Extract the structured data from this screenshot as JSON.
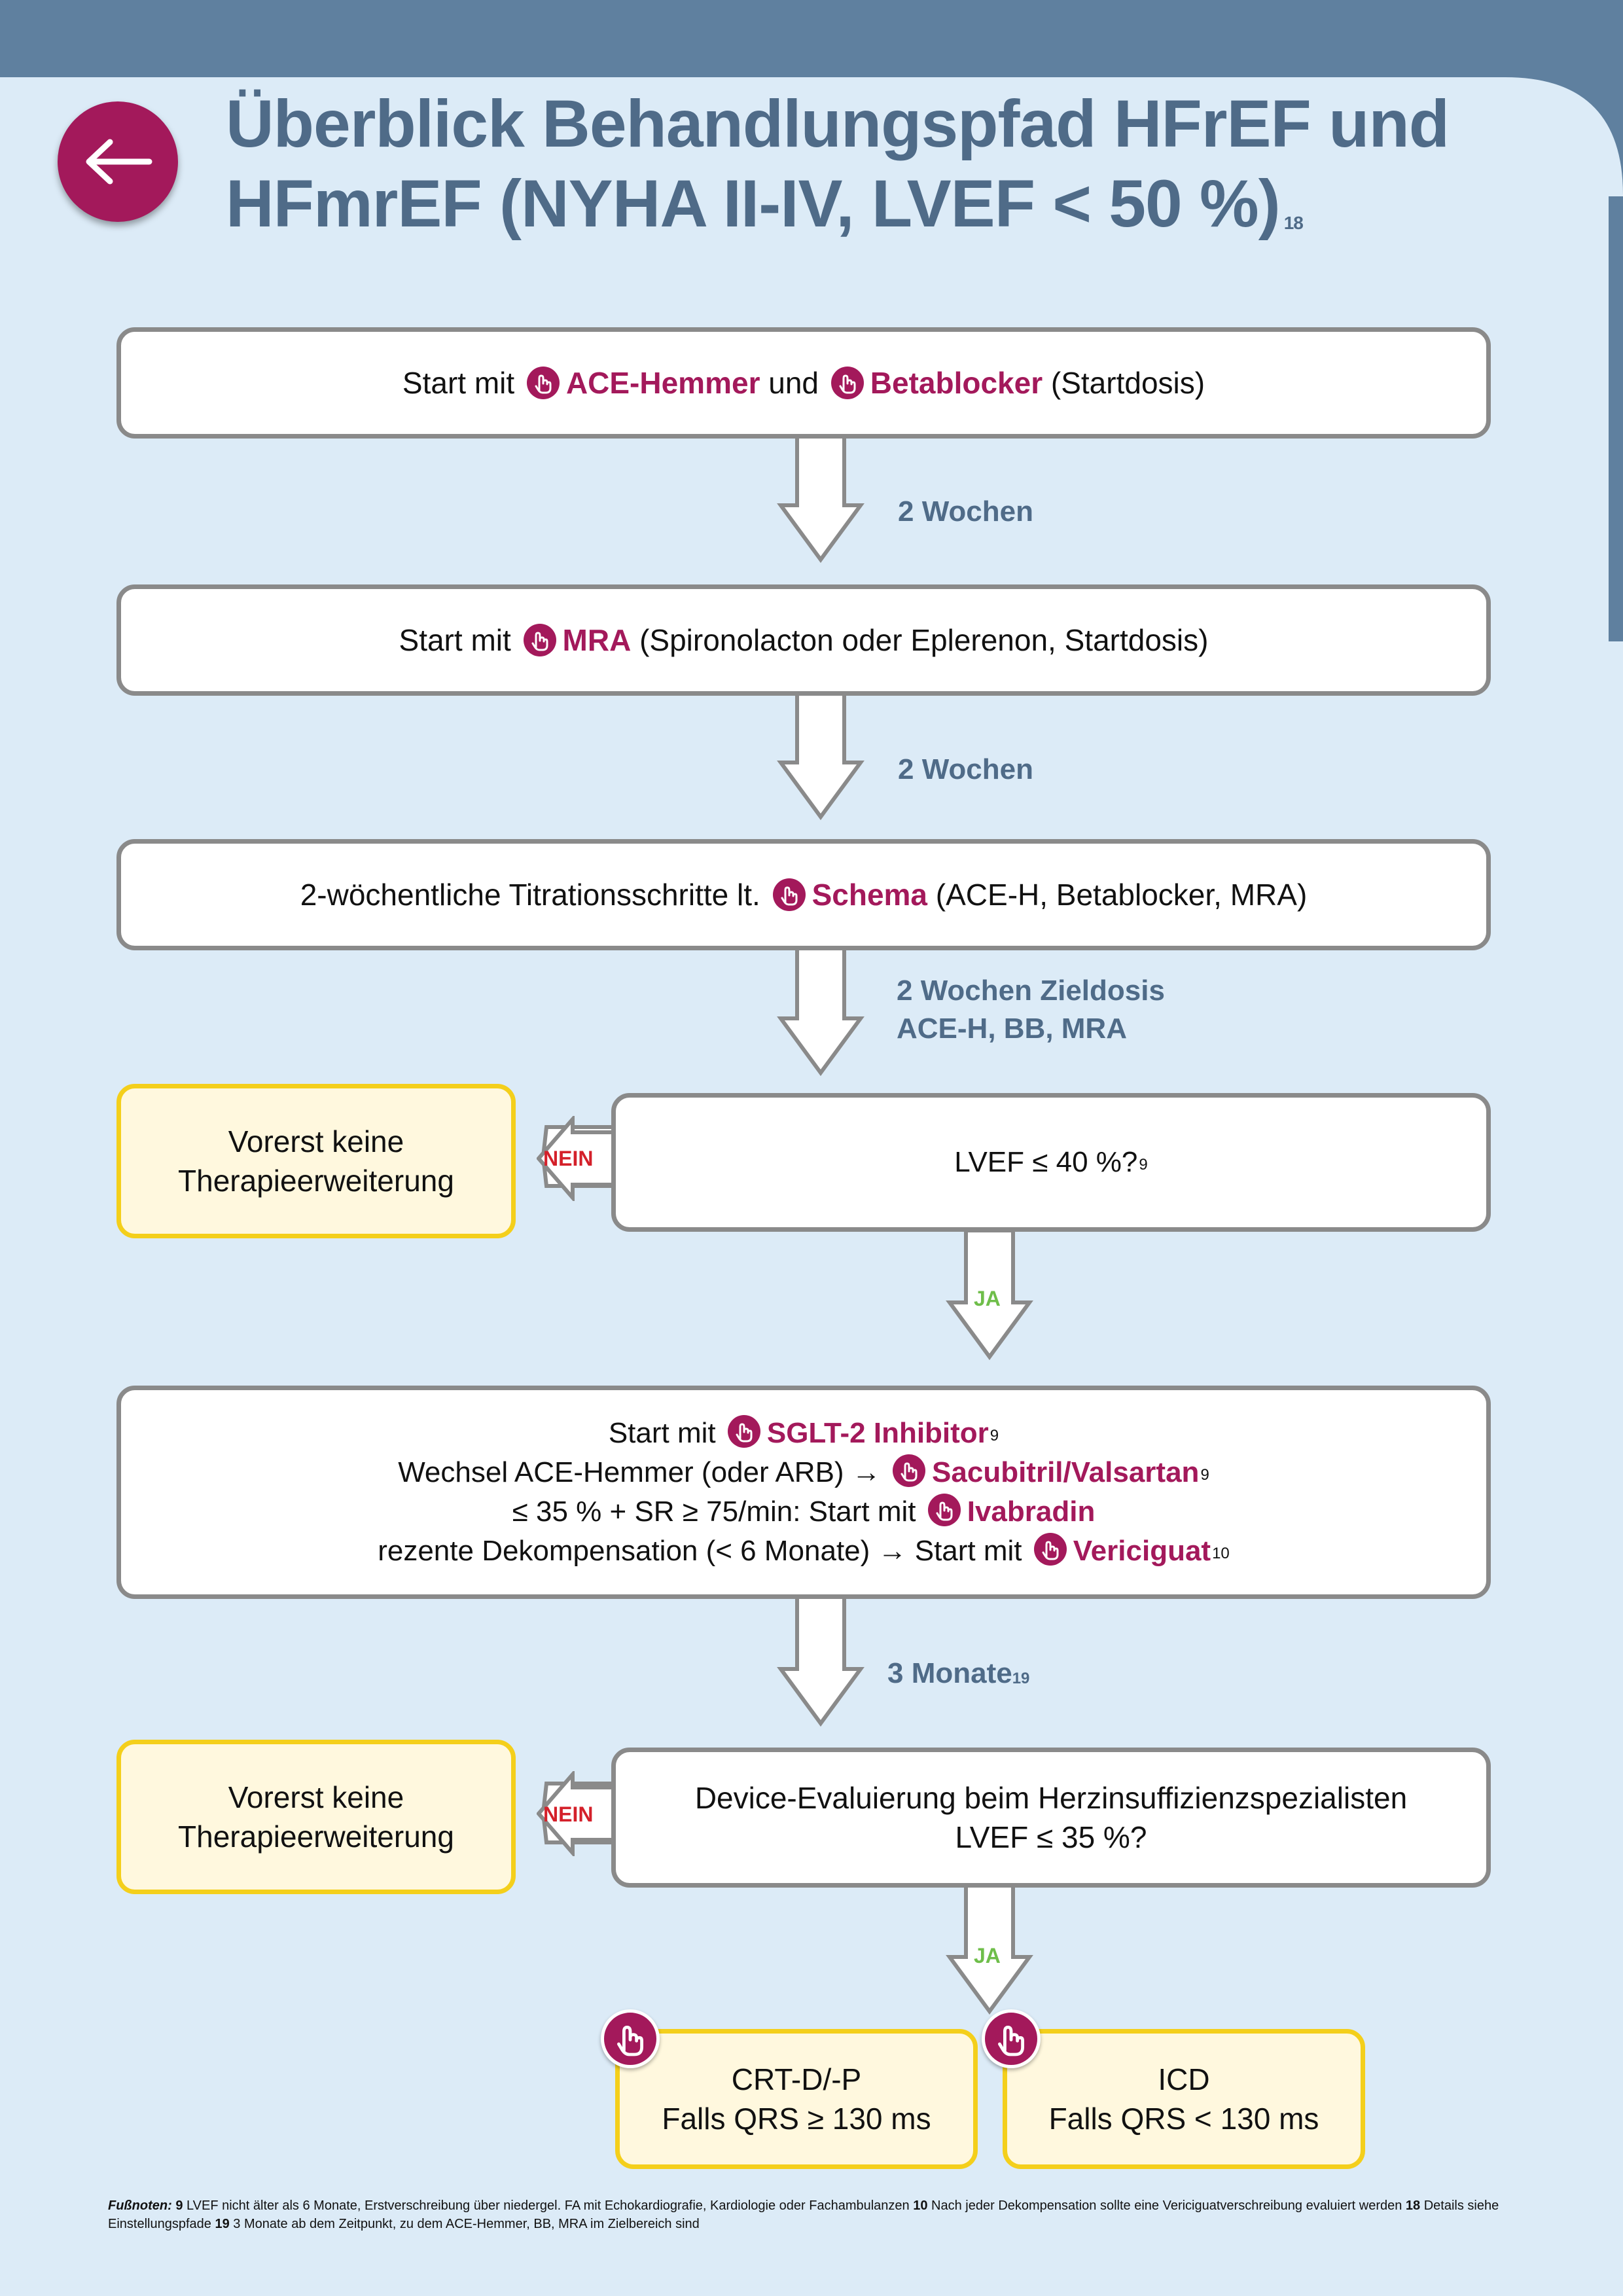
{
  "header": {
    "title_line1": "Überblick Behandlungspfad HFrEF und",
    "title_line2": "HFmrEF (NYHA II-IV, LVEF < 50 %)",
    "title_ref": "18"
  },
  "colors": {
    "accent": "#a3195b",
    "title": "#4f6b88",
    "banner": "#5f809f",
    "background": "#dcebf7",
    "yes": "#6fbe4a",
    "no": "#d4202a",
    "highlight_border": "#f4cf1b"
  },
  "icons": {
    "back": "arrow-left-icon",
    "link": "hand-pointer-icon"
  },
  "step1": {
    "pre": "Start mit",
    "drug1": "ACE-Hemmer",
    "mid": "und",
    "drug2": "Betablocker",
    "post": "(Startdosis)"
  },
  "arrow1": {
    "label": "2 Wochen"
  },
  "step2": {
    "pre": "Start mit",
    "drug": "MRA",
    "post": "(Spironolacton oder Eplerenon, Startdosis)"
  },
  "arrow2": {
    "label": "2 Wochen"
  },
  "step3": {
    "pre": "2-wöchentliche Titrationsschritte lt.",
    "link": "Schema",
    "post": "(ACE-H, Betablocker, MRA)"
  },
  "arrow3": {
    "line1": "2 Wochen Zieldosis",
    "line2": "ACE-H, BB, MRA"
  },
  "decision1": {
    "question": "LVEF ≤ 40 %?",
    "ref": "9",
    "no_label": "NEIN",
    "yes_label": "JA"
  },
  "no_box1": {
    "line1": "Vorerst keine",
    "line2": "Therapieerweiterung"
  },
  "step4": {
    "l1_pre": "Start mit",
    "l1_drug": "SGLT-2 Inhibitor",
    "l1_ref": "9",
    "l2_pre": "Wechsel ACE-Hemmer (oder ARB) →",
    "l2_drug": "Sacubitril/Valsartan",
    "l2_ref": "9",
    "l3_pre": "≤ 35 % + SR ≥ 75/min: Start mit",
    "l3_drug": "Ivabradin",
    "l4_pre": "rezente Dekompensation (< 6 Monate) → Start mit",
    "l4_drug": "Vericiguat",
    "l4_ref": "10"
  },
  "arrow4": {
    "label": "3 Monate",
    "ref": "19"
  },
  "decision2": {
    "line1": "Device-Evaluierung beim Herzinsuffizienzspezialisten",
    "line2": "LVEF ≤ 35 %?",
    "no_label": "NEIN",
    "yes_label": "JA"
  },
  "no_box2": {
    "line1": "Vorerst keine",
    "line2": "Therapieerweiterung"
  },
  "crt": {
    "line1": "CRT-D/-P",
    "line2": "Falls QRS ≥ 130 ms"
  },
  "icd": {
    "line1": "ICD",
    "line2": "Falls QRS < 130 ms"
  },
  "footnotes": {
    "label": "Fußnoten:",
    "n9": "9",
    "t9": "LVEF nicht älter als 6 Monate, Erstverschreibung über niedergel. FA mit Echokardiografie, Kardiologie oder Fachambulanzen",
    "n10": "10",
    "t10": "Nach jeder Dekompensation sollte eine Vericiguatverschreibung evaluiert werden",
    "n18": "18",
    "t18": "Details siehe Einstellungspfade",
    "n19": "19",
    "t19": "3 Monate ab dem Zeitpunkt, zu dem ACE-Hemmer, BB, MRA im Zielbereich sind"
  }
}
